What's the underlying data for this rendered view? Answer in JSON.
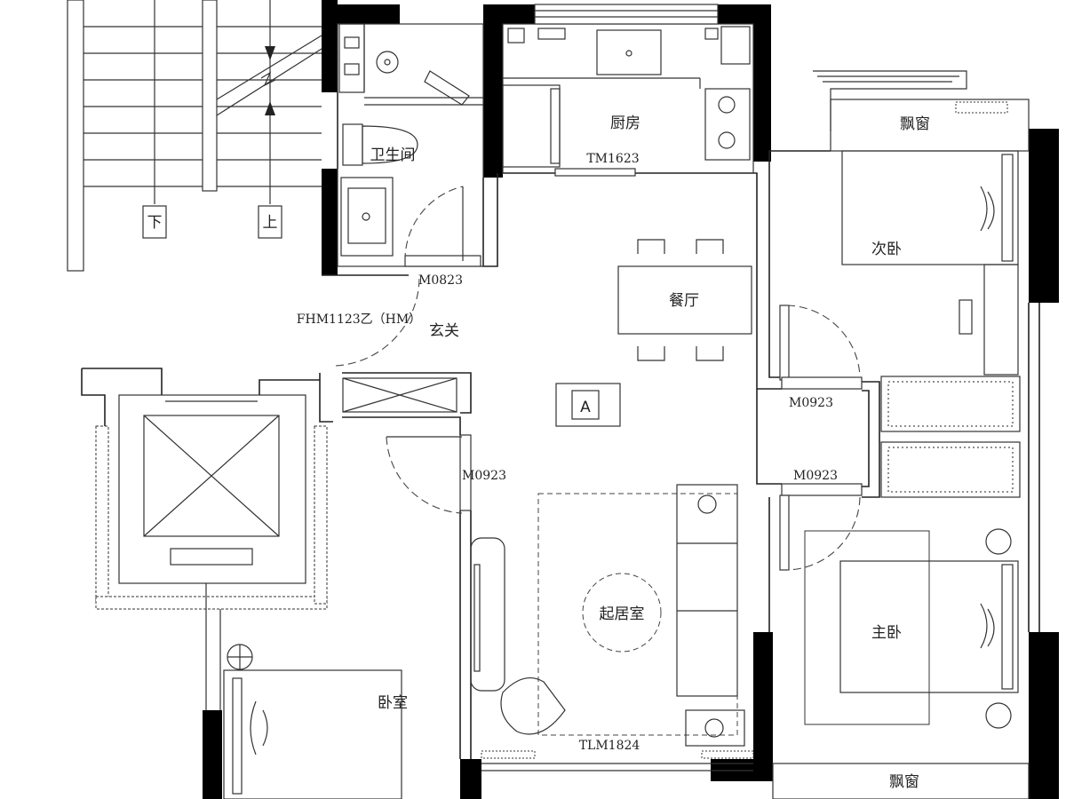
{
  "rooms": {
    "kitchen": "厨房",
    "bathroom": "卫生间",
    "dining": "餐厅",
    "foyer": "玄关",
    "living": "起居室",
    "second_bedroom": "次卧",
    "master_bedroom": "主卧",
    "bedroom": "卧室",
    "bay_window_top": "飘窗",
    "bay_window_bottom": "飘窗"
  },
  "stair": {
    "down_label": "下",
    "up_label": "上"
  },
  "unit_tag": "A",
  "door_codes": {
    "kitchen_door": "TM1623",
    "bath_door": "M0823",
    "entry_door": "FHM1123乙（HM）",
    "second_bed_door": "M0923",
    "master_bed_door": "M0923",
    "bedroom_door": "M0923",
    "balcony_door": "TLM1824"
  }
}
